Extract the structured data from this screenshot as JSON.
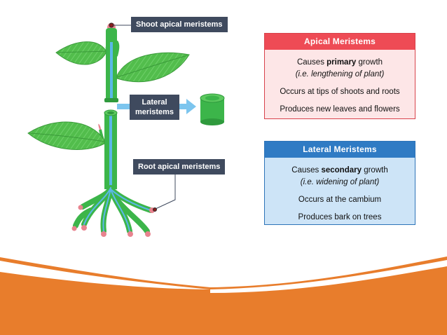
{
  "labels": {
    "shoot_apical": "Shoot apical meristems",
    "lateral_line1": "Lateral",
    "lateral_line2": "meristems",
    "root_apical": "Root apical meristems"
  },
  "apical_box": {
    "title": "Apical Meristems",
    "line1_pre": "Causes ",
    "line1_bold": "primary",
    "line1_post": " growth",
    "line2": "(i.e. lengthening of plant)",
    "line3": "Occurs at tips of shoots and roots",
    "line4": "Produces new leaves and flowers"
  },
  "lateral_box": {
    "title": "Lateral Meristems",
    "line1_pre": "Causes ",
    "line1_bold": "secondary",
    "line1_post": " growth",
    "line2": "(i.e. widening of plant)",
    "line3": "Occurs at the cambium",
    "line4": "Produces bark on trees"
  },
  "colors": {
    "stem_green": "#3cb54a",
    "leaf_green": "#4db848",
    "vascular_blue": "#5ab8e8",
    "meristem_pink": "#e8838f",
    "apical_red": "#ee4b55",
    "lateral_blue": "#2f7bc4",
    "wave_orange": "#e87d2c",
    "callout_dark": "#3f4a5e"
  }
}
